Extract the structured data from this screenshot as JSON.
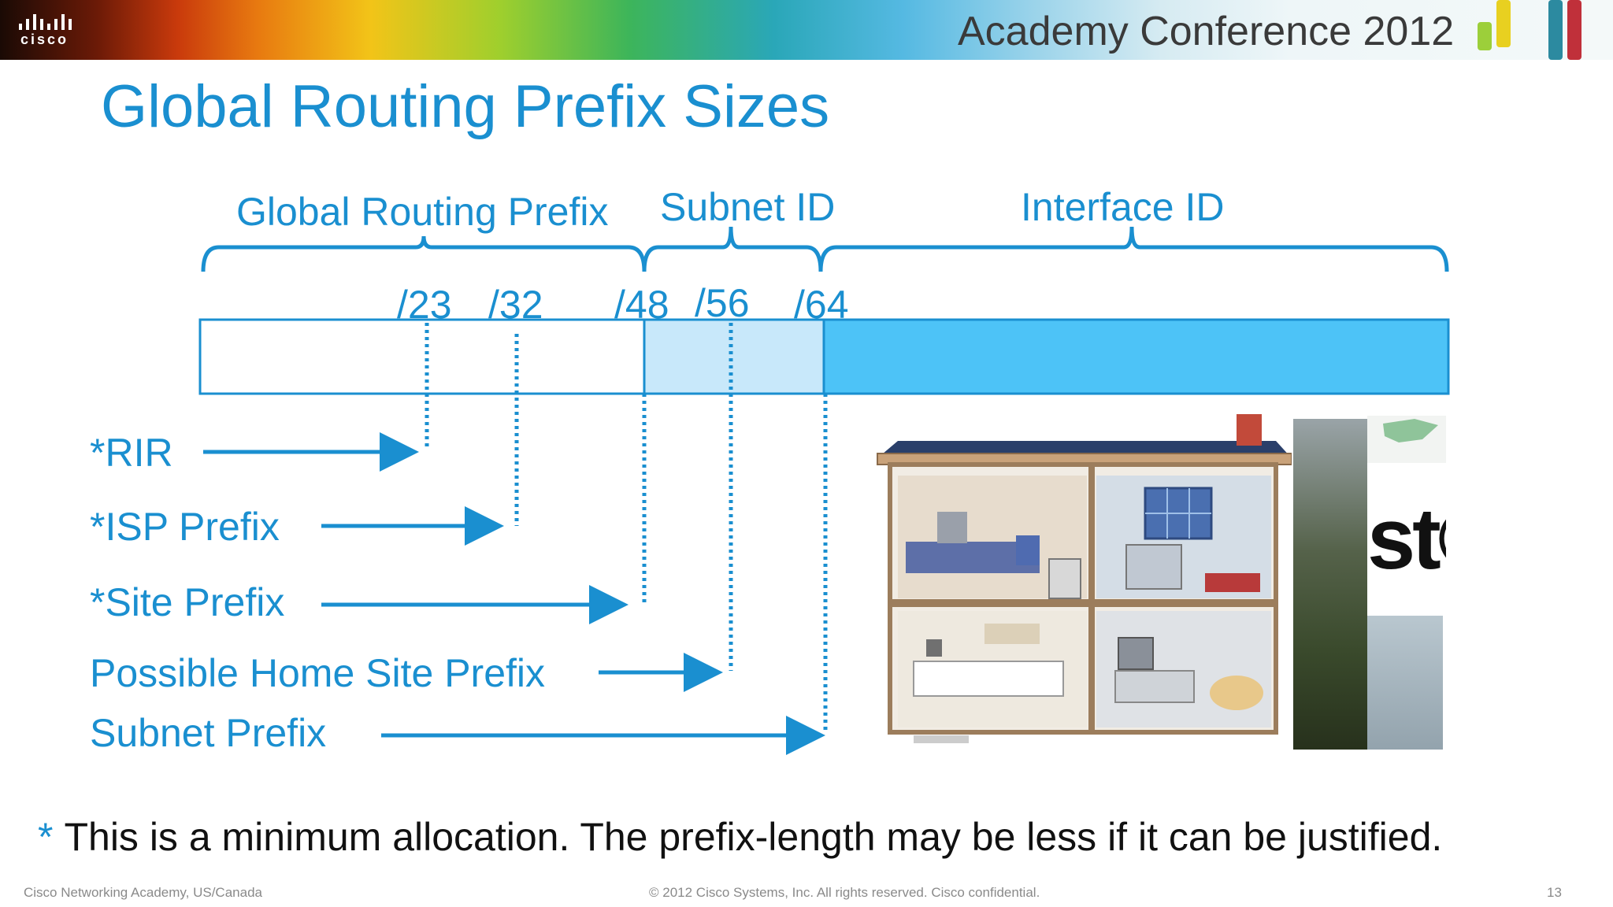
{
  "header": {
    "logo_text": "cisco",
    "conference": "Academy Conference 2012"
  },
  "slide": {
    "title": "Global Routing Prefix Sizes"
  },
  "diagram": {
    "segments": [
      "Global Routing Prefix",
      "Subnet ID",
      "Interface ID"
    ],
    "prefix_marks": [
      "/23",
      "/32",
      "/48",
      "/56",
      "/64"
    ],
    "rows": [
      "*RIR",
      "*ISP Prefix",
      "*Site Prefix",
      "Possible Home Site Prefix",
      "Subnet Prefix"
    ],
    "colors": {
      "accent": "#1a8fd0",
      "subnet_fill": "#c8e8fa",
      "interface_fill": "#4dc3f7"
    }
  },
  "note": {
    "star": "*",
    "text": "This is a minimum allocation. The prefix-length may be less if it can be justified."
  },
  "images": {
    "house": "house-cutaway-illustration",
    "logo_fragment": "st®"
  },
  "footer": {
    "left": "Cisco Networking Academy, US/Canada",
    "center": "© 2012 Cisco Systems, Inc. All rights reserved. Cisco confidential.",
    "page": "13"
  }
}
